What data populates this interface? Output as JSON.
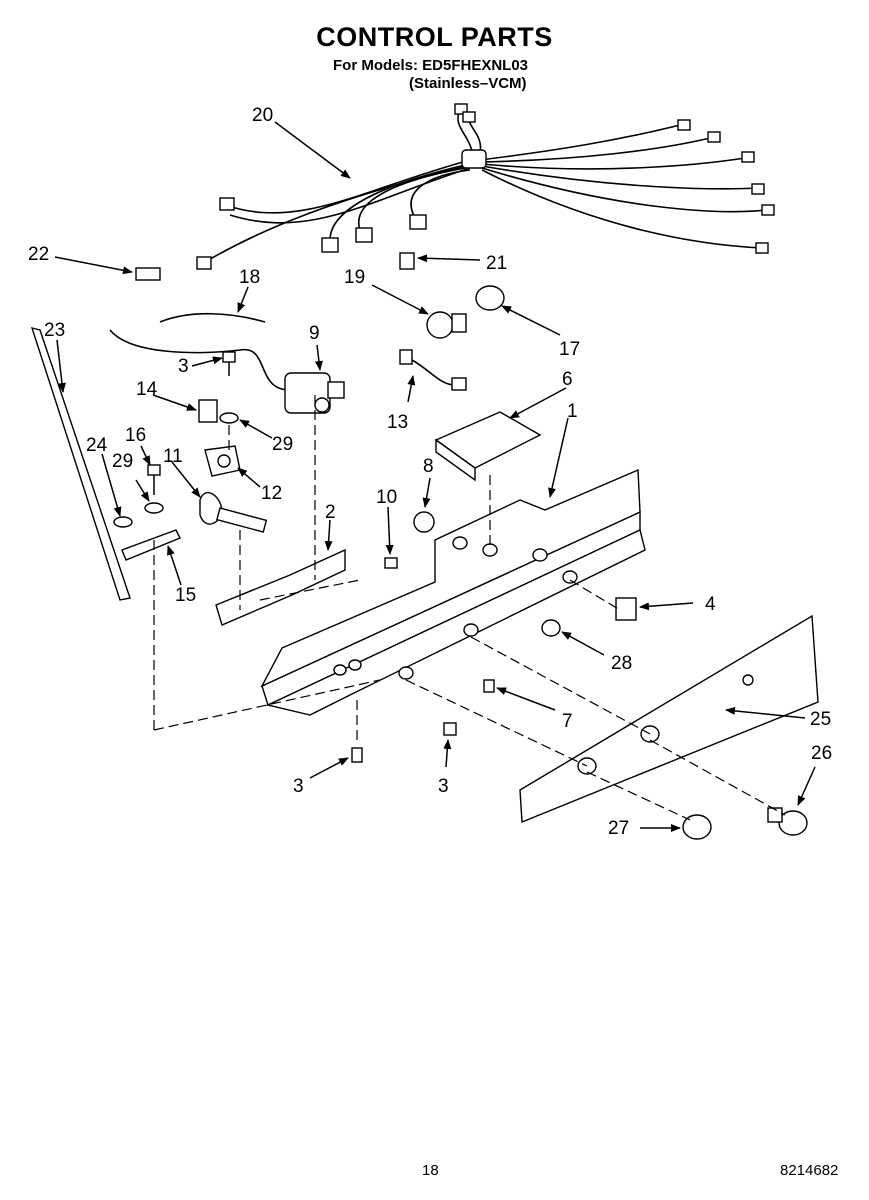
{
  "header": {
    "title": "CONTROL PARTS",
    "models_line": "For Models: ED5FHEXNL03",
    "variant_line": "(Stainless–VCM)"
  },
  "footer": {
    "page_number": "18",
    "document_number": "8214682"
  },
  "callouts": {
    "c1": "1",
    "c2": "2",
    "c3a": "3",
    "c3b": "3",
    "c3c": "3",
    "c4": "4",
    "c6": "6",
    "c7": "7",
    "c8": "8",
    "c9": "9",
    "c10": "10",
    "c11": "11",
    "c12": "12",
    "c13": "13",
    "c14": "14",
    "c15": "15",
    "c16": "16",
    "c17": "17",
    "c18": "18",
    "c19": "19",
    "c20": "20",
    "c21": "21",
    "c22": "22",
    "c23": "23",
    "c24": "24",
    "c25": "25",
    "c26": "26",
    "c27": "27",
    "c28": "28",
    "c29a": "29",
    "c29b": "29"
  }
}
